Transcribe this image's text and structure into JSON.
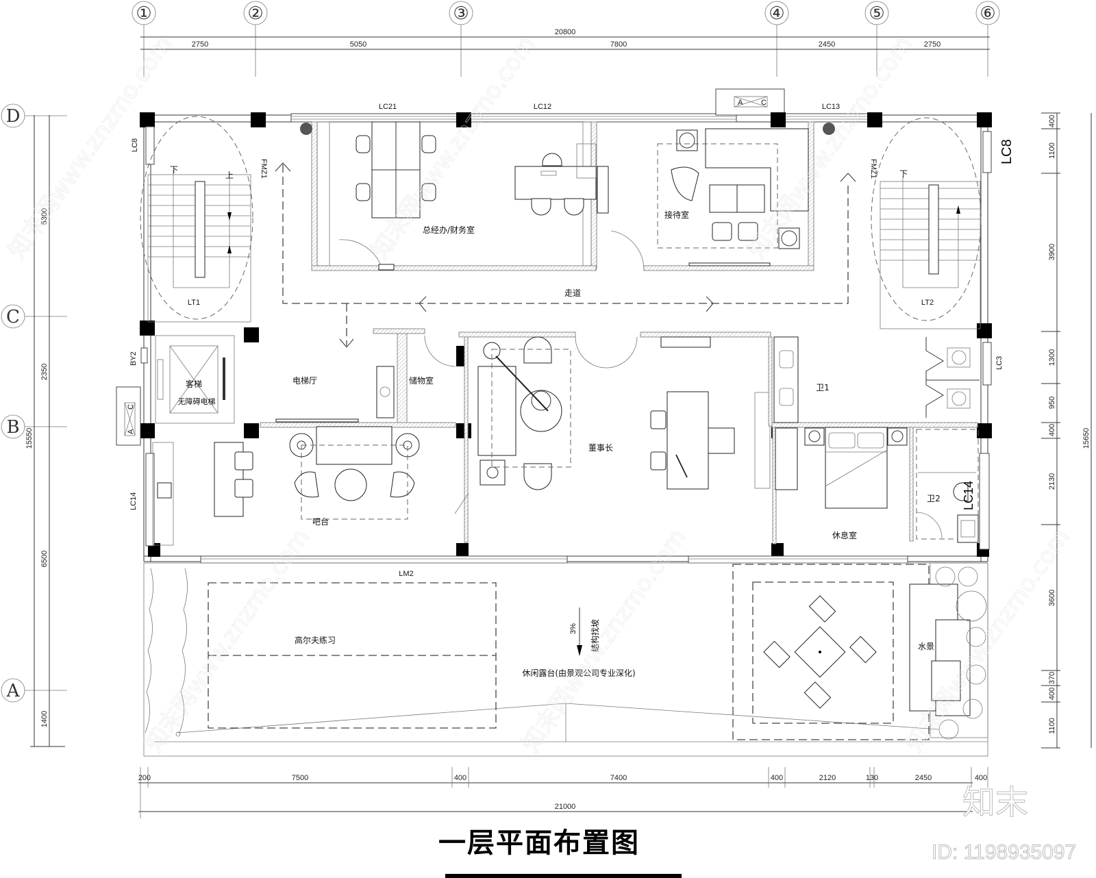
{
  "drawing": {
    "title": "一层平面布置图",
    "brand": "知末",
    "brand_id": "ID: 1198935097",
    "watermark": "知末网www.znzmo.com"
  },
  "grid_axes": {
    "vertical": [
      "①",
      "②",
      "③",
      "④",
      "⑤",
      "⑥"
    ],
    "horizontal": [
      "D",
      "C",
      "B",
      "A"
    ]
  },
  "dimensions": {
    "top_total": "20800",
    "top_segments": [
      "2750",
      "5050",
      "7800",
      "2450",
      "2750"
    ],
    "bottom_total": "21000",
    "bottom_segments": [
      "200",
      "7500",
      "400",
      "7400",
      "400",
      "2120",
      "130",
      "2450",
      "400"
    ],
    "left_total": "15550",
    "left_segments": [
      "5300",
      "2350",
      "6500",
      "1400"
    ],
    "right_total": "15650",
    "right_segments": [
      "400",
      "1100",
      "3900",
      "1300",
      "950",
      "400",
      "2130",
      "3600",
      "370",
      "400",
      "1100"
    ]
  },
  "rooms": {
    "office": "总经办/财务室",
    "reception": "接待室",
    "corridor": "走道",
    "elevator_hall": "电梯厅",
    "storage": "储物室",
    "elevator_1": "客梯",
    "elevator_2": "无障碍电梯",
    "bar": "吧台",
    "chairman": "董事长",
    "wc1": "卫1",
    "wc2": "卫2",
    "rest": "休息室",
    "golf": "高尔夫练习",
    "terrace": "休闲露台(由景观公司专业深化)",
    "water": "水景",
    "stair_1": "LT1",
    "stair_2": "LT2",
    "stair_down": "下",
    "stair_up": "上"
  },
  "labels": {
    "lc21": "LC21",
    "lc12": "LC12",
    "lc13": "LC13",
    "lc8_left": "LC8",
    "lc8_right": "LC8",
    "lc14_left": "LC14",
    "lc14_right": "LC14",
    "lc3": "LC3",
    "lm2": "LM2",
    "by2": "BY2",
    "fmz1_left": "FMZ1",
    "fmz1_right": "FMZ1",
    "ac_a": "A",
    "ac_c": "C",
    "slope_pct": "3%",
    "slope_note": "结构找坡"
  }
}
